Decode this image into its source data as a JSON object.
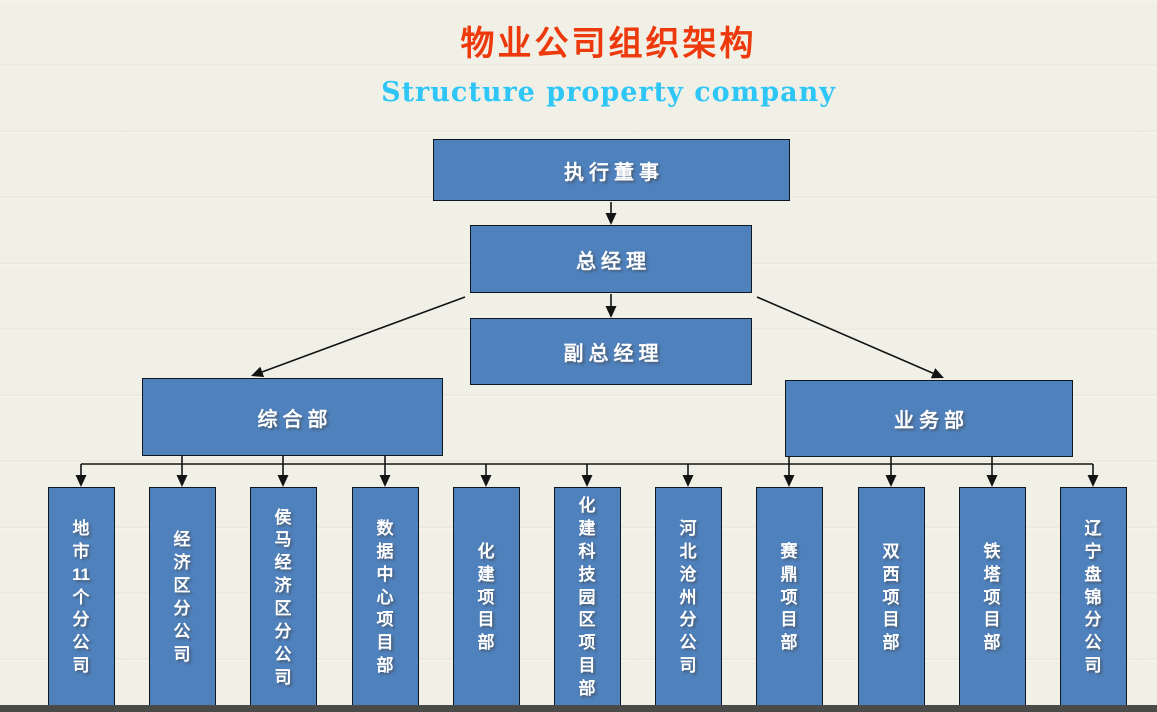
{
  "page": {
    "title": "物业公司组织架构",
    "subtitle": "Structure property company"
  },
  "colors": {
    "title_text": "#ed390b",
    "subtitle_text": "#2ec6f7",
    "box_fill": "#4f81bd",
    "box_border": "#10181f",
    "box_text": "#ffffff",
    "connector_line": "#141414",
    "background": "#f1f0e6",
    "bottom_edge_bar": "#4a4a48"
  },
  "org": {
    "root": {
      "label": "执行董事"
    },
    "general_manager": {
      "label": "总经理"
    },
    "deputy_general_manager": {
      "label": "副总经理"
    },
    "departments": [
      {
        "label": "综合部"
      },
      {
        "label": "业务部"
      }
    ],
    "units": [
      {
        "label": "地市11个分公司"
      },
      {
        "label": "经济区分公司"
      },
      {
        "label": "侯马经济区分公司"
      },
      {
        "label": "数据中心项目部"
      },
      {
        "label": "化建项目部"
      },
      {
        "label": "化建科技园区项目部"
      },
      {
        "label": "河北沧州分公司"
      },
      {
        "label": "赛鼎项目部"
      },
      {
        "label": "双西项目部"
      },
      {
        "label": "铁塔项目部"
      },
      {
        "label": "辽宁盘锦分公司"
      }
    ]
  }
}
